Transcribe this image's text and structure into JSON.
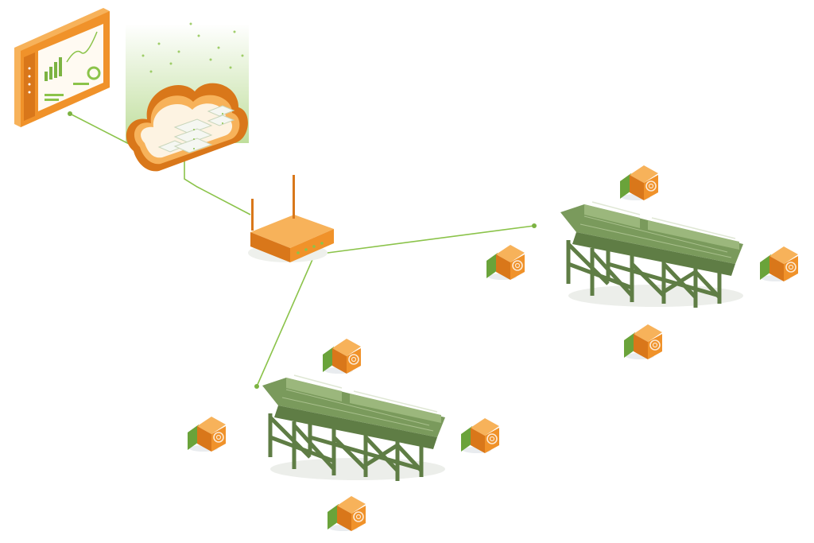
{
  "colors": {
    "orange": "#f0922a",
    "orange_dark": "#d9771a",
    "orange_light": "#f7b25a",
    "green": "#7cb342",
    "green_line": "#8bc34a",
    "machine_green": "#7a9a5c",
    "machine_green_dark": "#5f7d45",
    "machine_green_light": "#9bb77c",
    "server_white": "#f5f7f2",
    "background": "#ffffff"
  },
  "nodes": {
    "dashboard": {
      "icon": "analytics-dashboard-icon"
    },
    "cloud": {
      "icon": "cloud-server-icon"
    },
    "gateway": {
      "icon": "wireless-router-icon"
    },
    "machines": [
      {
        "icon": "vibrating-screen-machine-icon",
        "sensor_count": 4
      },
      {
        "icon": "vibrating-screen-machine-icon",
        "sensor_count": 4
      }
    ],
    "sensors": {
      "icon": "vibration-sensor-icon",
      "count": 8
    }
  }
}
